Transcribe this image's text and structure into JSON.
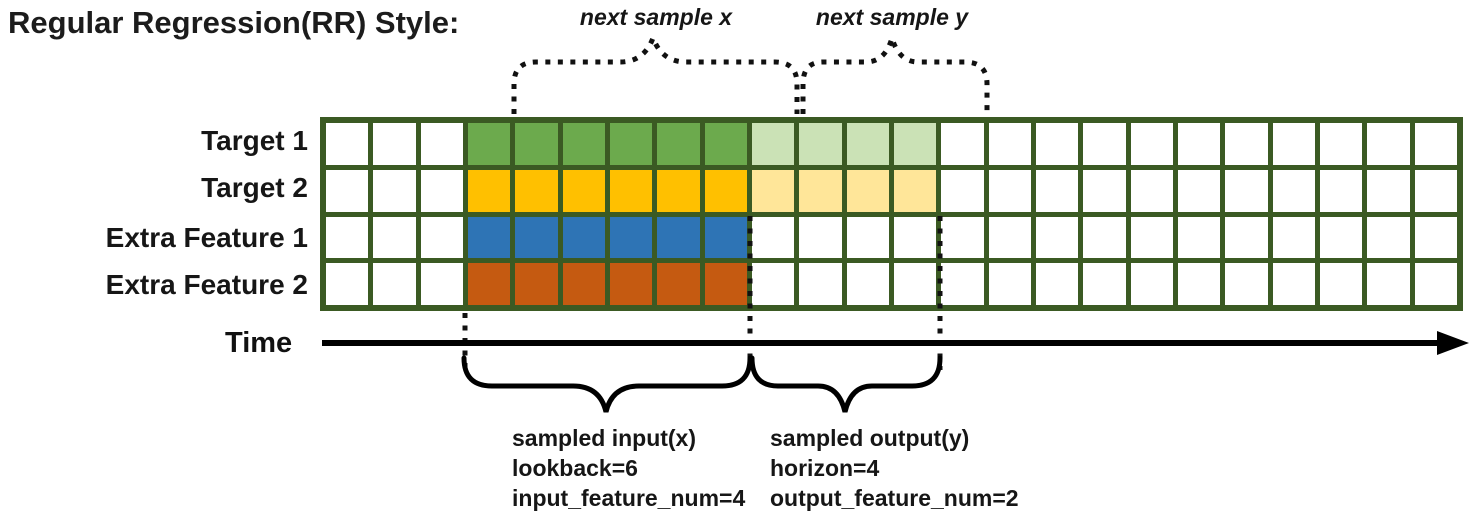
{
  "title": "Regular Regression(RR) Style:",
  "annotations": {
    "next_sample_x": "next sample x",
    "next_sample_y": "next sample y",
    "time_label": "Time",
    "sampled_input_lines": [
      "sampled input(x)",
      "lookback=6",
      "input_feature_num=4"
    ],
    "sampled_output_lines": [
      "sampled output(y)",
      "horizon=4",
      "output_feature_num=2"
    ]
  },
  "params": {
    "lookback": 6,
    "horizon": 4,
    "input_feature_num": 4,
    "output_feature_num": 2
  },
  "grid": {
    "columns": 24,
    "lead_white_columns": 3,
    "input_col_range": [
      3,
      8
    ],
    "output_col_range": [
      9,
      12
    ],
    "rows": [
      {
        "label": "Target 1",
        "fill": "#6CAA4D",
        "fill_light": "#CBE2B6",
        "has_output": true
      },
      {
        "label": "Target 2",
        "fill": "#FFC000",
        "fill_light": "#FFE699",
        "has_output": true
      },
      {
        "label": "Extra Feature 1",
        "fill": "#2E74B5",
        "fill_light": null,
        "has_output": false
      },
      {
        "label": "Extra Feature 2",
        "fill": "#C55A11",
        "fill_light": null,
        "has_output": false
      }
    ]
  },
  "colors": {
    "grid_border": "#3B5A23",
    "empty_cell": "#FFFFFF",
    "annotation_black": "#111111"
  }
}
